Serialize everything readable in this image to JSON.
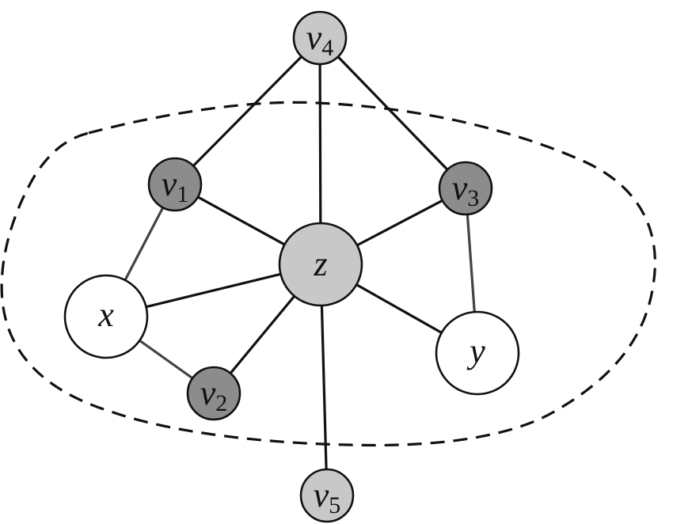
{
  "diagram": {
    "colors": {
      "dark_node": "#8c8c8c",
      "light_node": "#c8c8c8",
      "white_node": "#ffffff",
      "line": "#111111"
    },
    "nodes": {
      "v4": {
        "base": "v",
        "sub": "4"
      },
      "v1": {
        "base": "v",
        "sub": "1"
      },
      "v3": {
        "base": "v",
        "sub": "3"
      },
      "z": {
        "base": "z",
        "sub": ""
      },
      "x": {
        "base": "x",
        "sub": ""
      },
      "y": {
        "base": "y",
        "sub": ""
      },
      "v2": {
        "base": "v",
        "sub": "2"
      },
      "v5": {
        "base": "v",
        "sub": "5"
      }
    },
    "edges": [
      [
        "v4",
        "v1"
      ],
      [
        "v4",
        "z"
      ],
      [
        "v4",
        "v3"
      ],
      [
        "v1",
        "z"
      ],
      [
        "v3",
        "z"
      ],
      [
        "v1",
        "x"
      ],
      [
        "x",
        "z"
      ],
      [
        "x",
        "v2"
      ],
      [
        "v2",
        "z"
      ],
      [
        "v3",
        "y"
      ],
      [
        "z",
        "y"
      ],
      [
        "z",
        "v5"
      ]
    ]
  }
}
